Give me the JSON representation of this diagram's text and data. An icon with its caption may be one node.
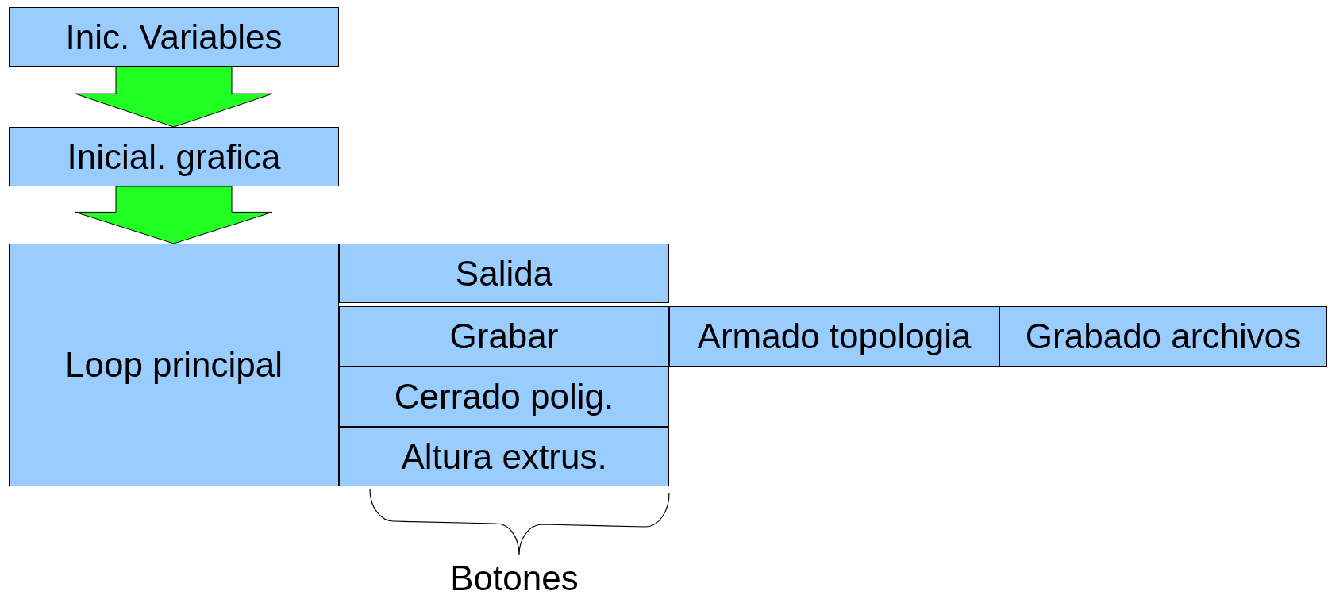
{
  "diagram": {
    "nodes": [
      {
        "text": [
          "Inic. Variables"
        ]
      },
      {
        "text": [
          "Inicial. grafica"
        ]
      },
      {
        "text": [
          "Loop principal"
        ]
      },
      {
        "text": [
          "Salida"
        ]
      },
      {
        "text": [
          "Grabar"
        ]
      },
      {
        "text": [
          "Cerrado polig."
        ]
      },
      {
        "text": [
          "Altura extrus."
        ]
      },
      {
        "text": [
          "Armado topologia"
        ]
      },
      {
        "text": [
          "Grabado archivos"
        ]
      }
    ],
    "edges": [
      {
        "from": 0,
        "to": 1,
        "arrow": "to",
        "style": "thick",
        "color": "#22ff22"
      },
      {
        "from": 1,
        "to": 2,
        "arrow": "to",
        "style": "thick",
        "color": "#22ff22"
      }
    ],
    "labels": [
      "Botones"
    ]
  }
}
